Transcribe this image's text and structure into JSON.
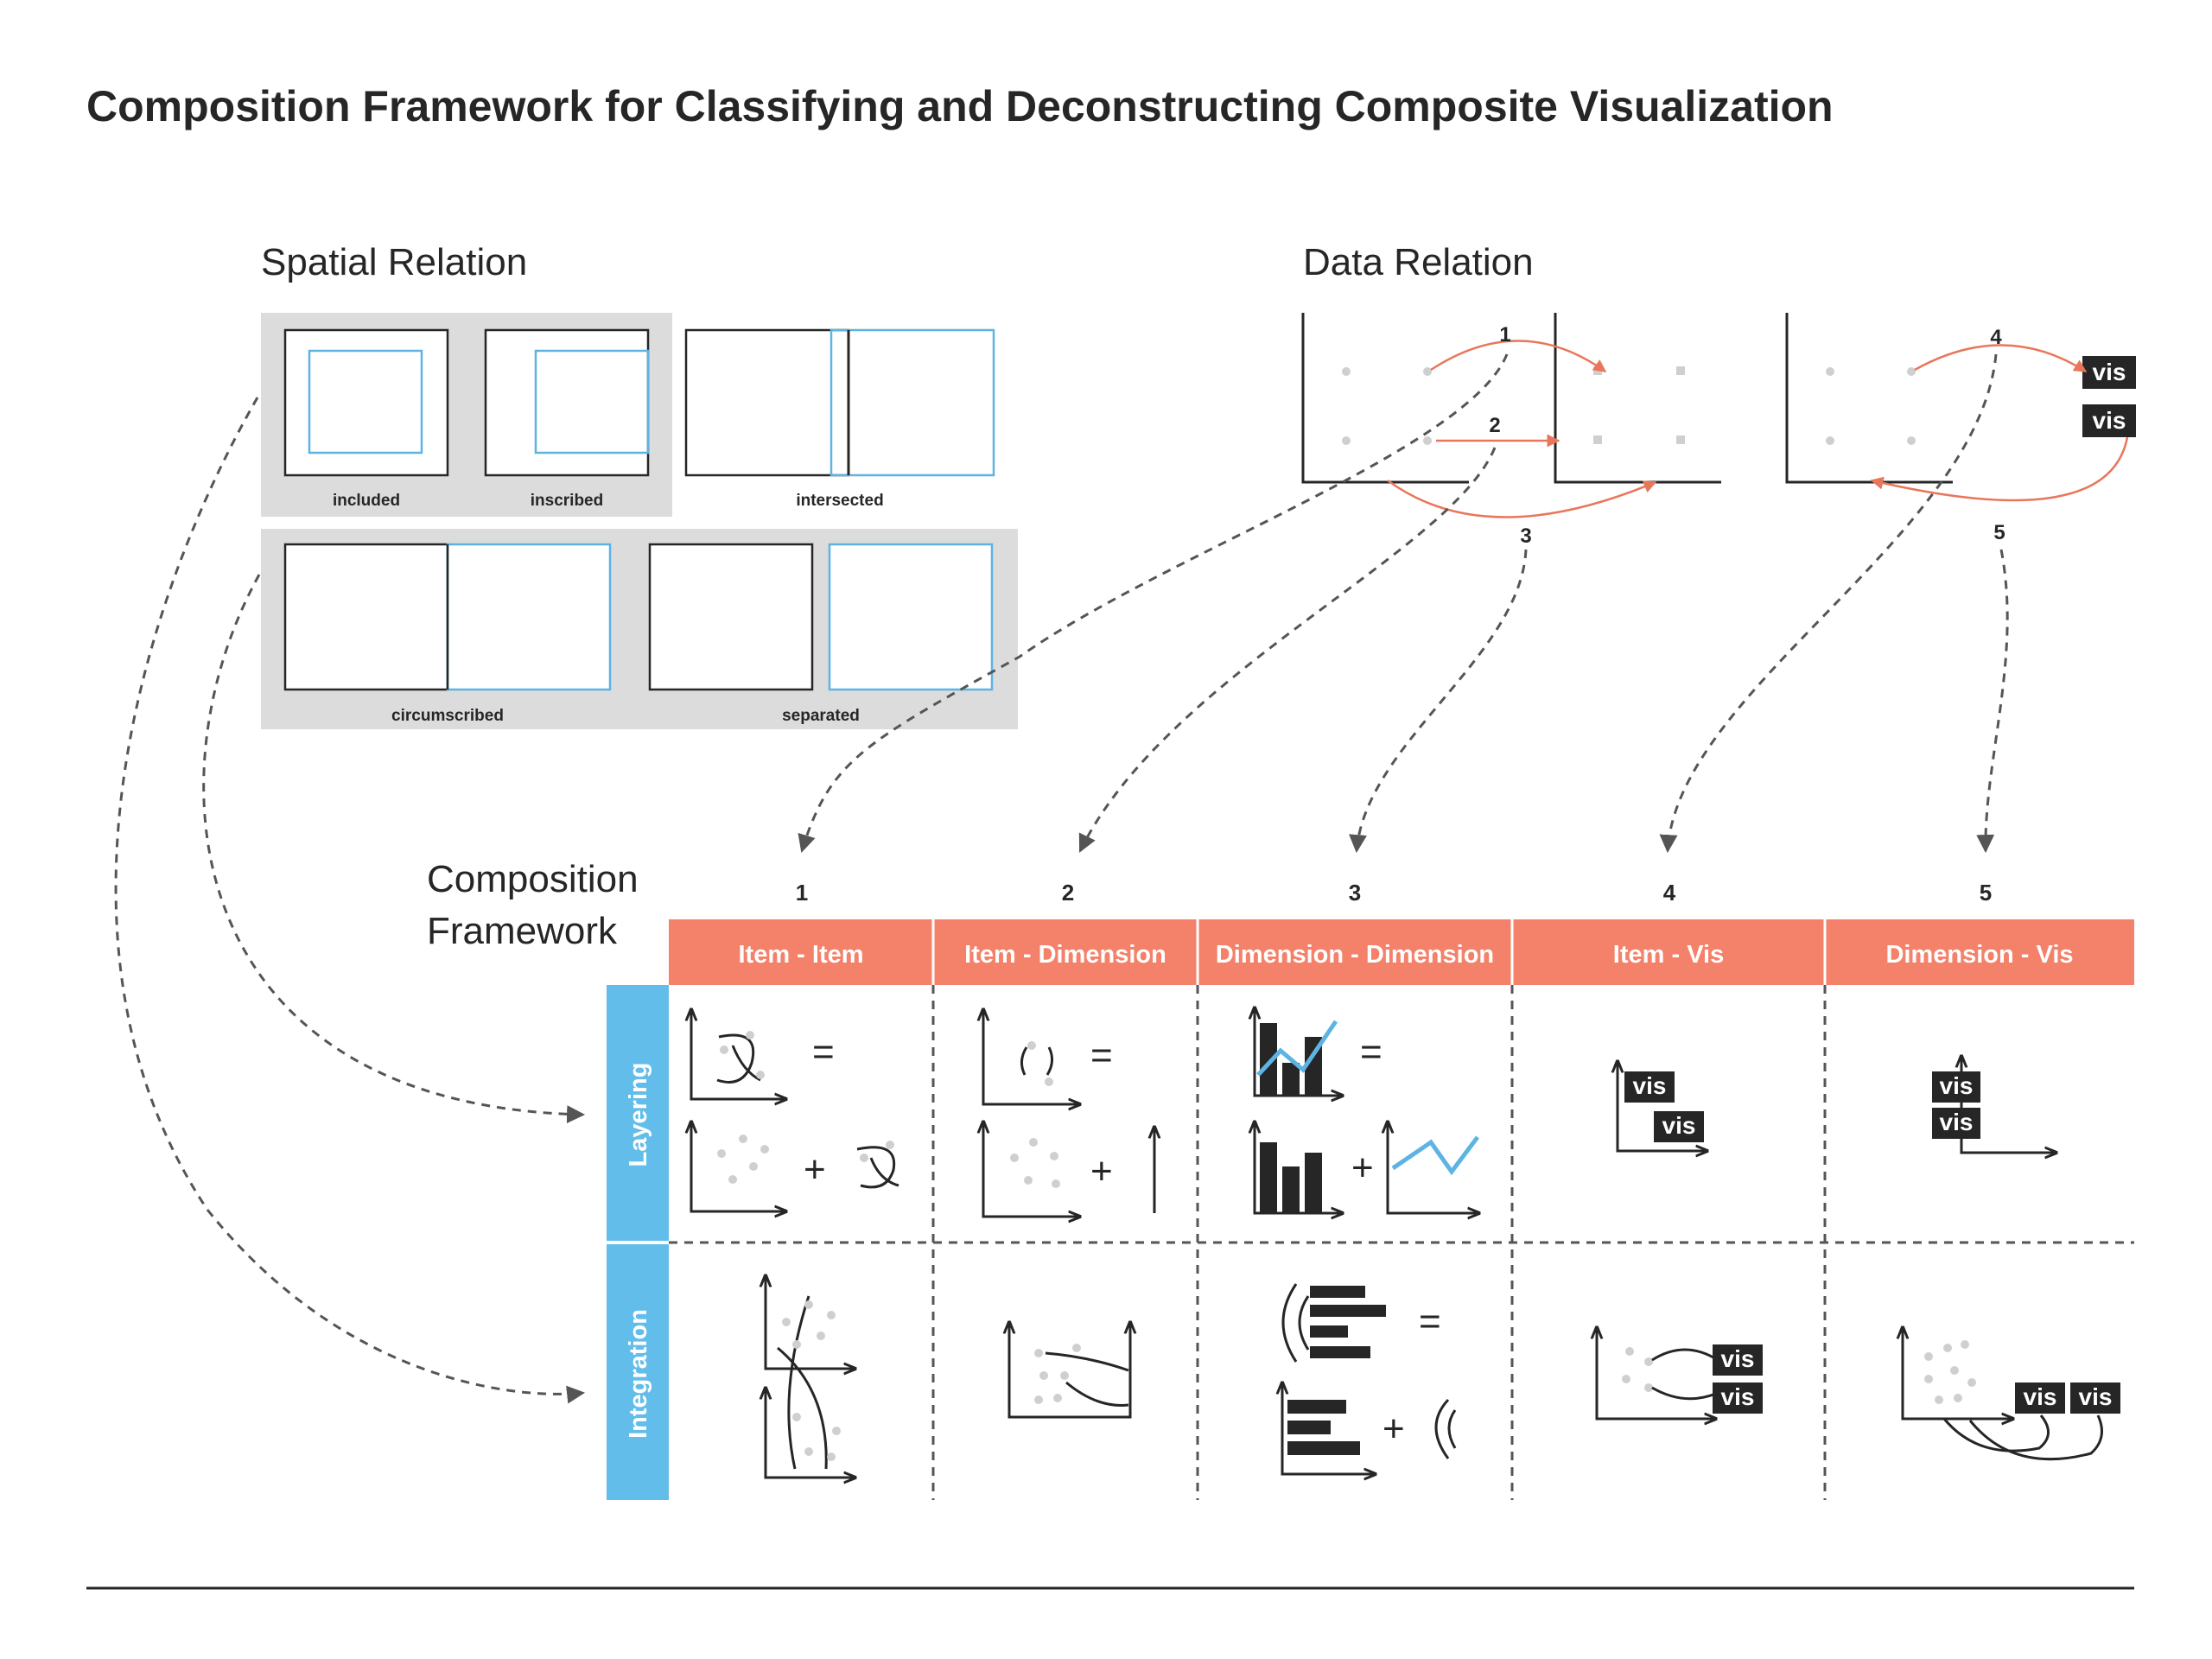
{
  "title": "Composition Framework for Classifying and Deconstructing Composite Visualization",
  "spatial_relation": {
    "heading": "Spatial Relation",
    "labels": {
      "included": "included",
      "inscribed": "inscribed",
      "intersected": "intersected",
      "circumscribed": "circumscribed",
      "separated": "separated"
    }
  },
  "data_relation": {
    "heading": "Data Relation",
    "numbers": [
      "1",
      "2",
      "3",
      "4",
      "5"
    ],
    "vis_label": "vis"
  },
  "framework": {
    "heading_line1": "Composition",
    "heading_line2": "Framework",
    "columns": [
      {
        "number": "1",
        "label": "Item - Item"
      },
      {
        "number": "2",
        "label": "Item - Dimension"
      },
      {
        "number": "3",
        "label": "Dimension - Dimension"
      },
      {
        "number": "4",
        "label": "Item - Vis"
      },
      {
        "number": "5",
        "label": "Dimension - Vis"
      }
    ],
    "rows": [
      {
        "label": "Layering"
      },
      {
        "label": "Integration"
      }
    ],
    "symbols": {
      "equals": "=",
      "plus": "+"
    },
    "vis_label": "vis"
  },
  "colors": {
    "header_bg": "#f4826b",
    "row_bg": "#63bdea",
    "panel_bg": "#dcdcdc",
    "blue_line": "#5db4e3",
    "orange_arrow": "#e8765a",
    "dark": "#262626"
  }
}
